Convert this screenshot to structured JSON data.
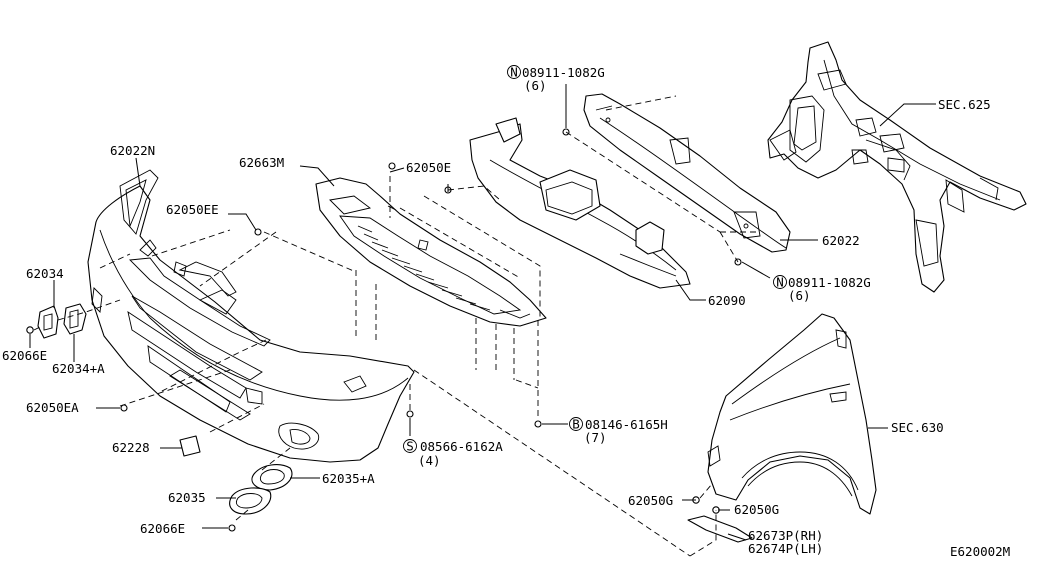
{
  "labels": {
    "l62022n": "62022N",
    "l62663m": "62663M",
    "l62050e": "62050E",
    "l62050ee": "62050EE",
    "l62034": "62034",
    "l62066e_top": "62066E",
    "l62034a": "62034+A",
    "l62050ea": "62050EA",
    "l62228": "62228",
    "l62035": "62035",
    "l62035a": "62035+A",
    "l62066e_bot": "62066E",
    "l08566": "08566-6162A",
    "l08566_qty": "(4)",
    "l08146": "08146-6165H",
    "l08146_qty": "(7)",
    "l08911_top": "08911-1082G",
    "l08911_top_qty": "(6)",
    "l08911_bot": "08911-1082G",
    "l08911_bot_qty": "(6)",
    "l62022": "62022",
    "l62090": "62090",
    "lsec625": "SEC.625",
    "lsec630": "SEC.630",
    "l62050g_a": "62050G",
    "l62050g_b": "62050G",
    "l62673p": "62673P(RH)",
    "l62674p": "62674P(LH)",
    "diagram_id": "E620002M"
  },
  "symbols": {
    "n": "N",
    "s": "S",
    "b": "B"
  }
}
